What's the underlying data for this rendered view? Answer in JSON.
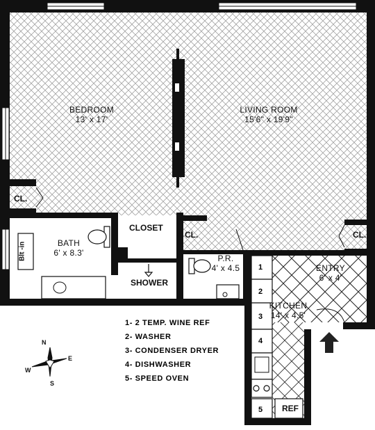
{
  "rooms": {
    "bedroom": {
      "name": "BEDROOM",
      "dims": "13' x 17'"
    },
    "living_room": {
      "name": "LIVING ROOM",
      "dims": "15'6\" x 19'9\""
    },
    "bath": {
      "name": "BATH",
      "dims": "6' x 8.3'"
    },
    "closet": {
      "name": "CLOSET"
    },
    "shower": {
      "name": "SHOWER"
    },
    "powder_room": {
      "name": "P.R.",
      "dims": "4' x 4.5"
    },
    "entry": {
      "name": "ENTRY",
      "dims": "6' x 4'"
    },
    "kitchen": {
      "name": "KITCHEN",
      "dims": "14' x 4.5'"
    },
    "closet_left": {
      "name": "CL."
    },
    "closet_mid": {
      "name": "CL."
    },
    "closet_right": {
      "name": "CL."
    },
    "built_in": {
      "name": "Blt -in"
    },
    "ref": {
      "name": "REF"
    }
  },
  "kitchen_numbers": [
    "1",
    "2",
    "3",
    "4",
    "5"
  ],
  "legend": [
    "1- 2 TEMP. WINE REF",
    "2- WASHER",
    "3- CONDENSER DRYER",
    "4- DISHWASHER",
    "5- SPEED OVEN"
  ],
  "compass": {
    "n": "N",
    "s": "S",
    "e": "E",
    "w": "W"
  },
  "colors": {
    "wall": "#111111",
    "floor_pattern": "#9a9a9a",
    "background": "#ffffff"
  }
}
